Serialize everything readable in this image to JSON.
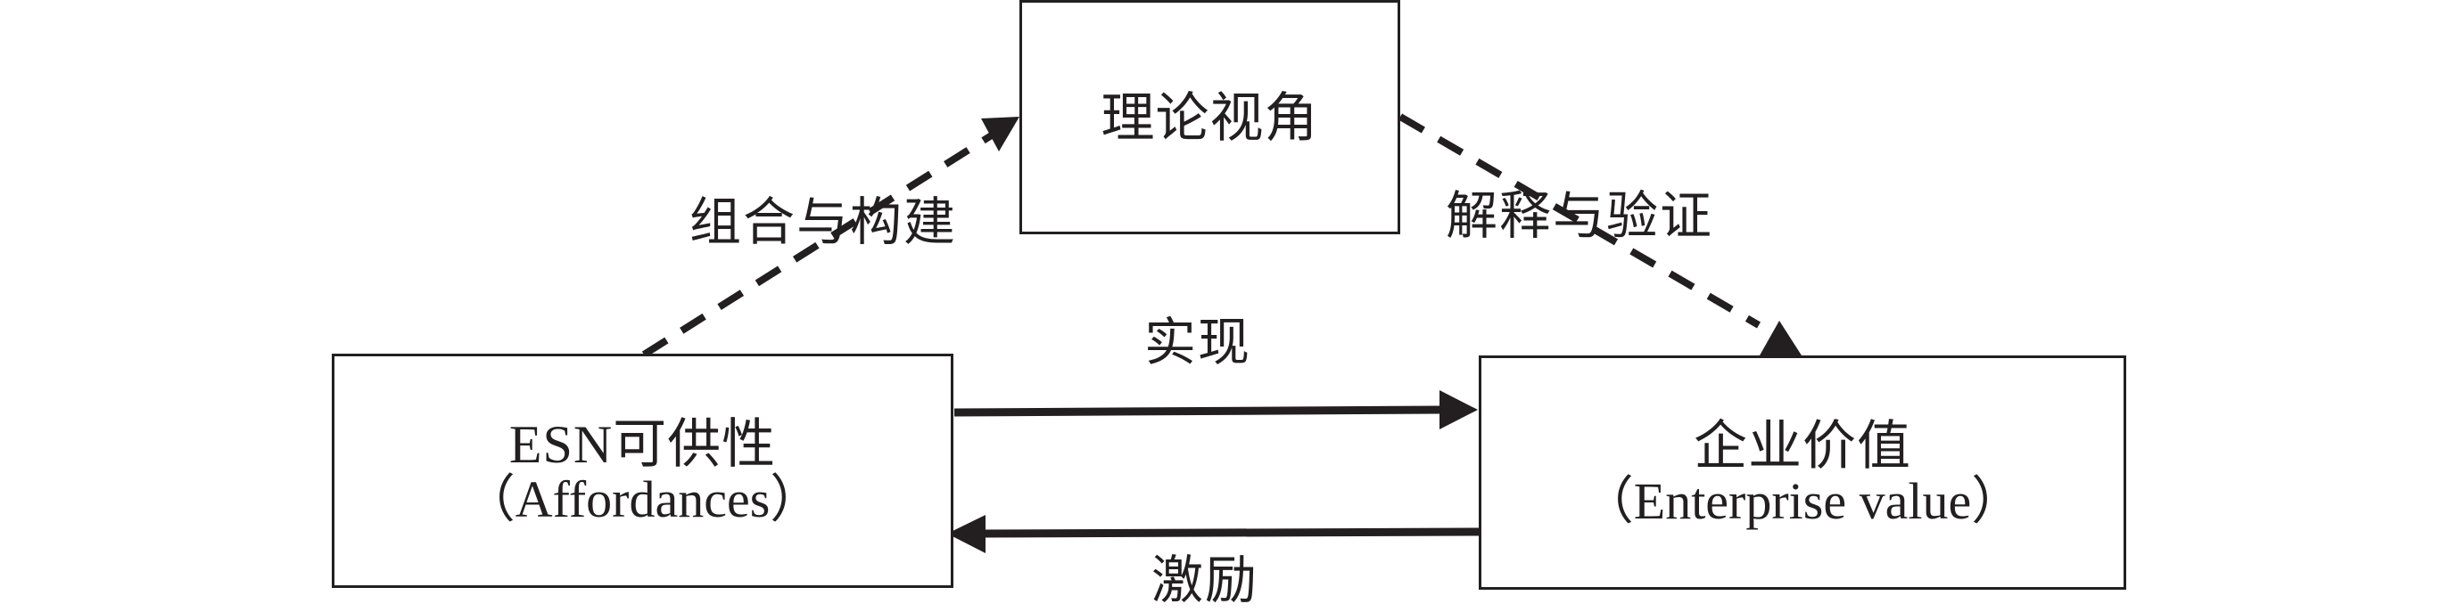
{
  "diagram": {
    "nodes": {
      "theory": {
        "title": "理论视角"
      },
      "esn": {
        "title": "ESN可供性",
        "subtitle": "（Affordances）"
      },
      "value": {
        "title": "企业价值",
        "subtitle": "（Enterprise value）"
      }
    },
    "edges": [
      {
        "id": "compose",
        "from": "esn",
        "to": "theory",
        "label": "组合与构建",
        "style": "dashed"
      },
      {
        "id": "explain",
        "from": "theory",
        "to": "value",
        "label": "解释与验证",
        "style": "dashed"
      },
      {
        "id": "realize",
        "from": "esn",
        "to": "value",
        "label": "实现",
        "style": "solid"
      },
      {
        "id": "motivate",
        "from": "value",
        "to": "esn",
        "label": "激励",
        "style": "solid"
      }
    ],
    "colors": {
      "stroke": "#231f20",
      "background": "#ffffff"
    }
  }
}
